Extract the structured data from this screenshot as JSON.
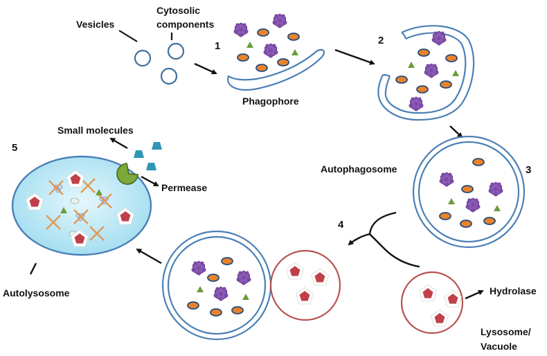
{
  "labels": {
    "vesicles": "Vesicles",
    "cytosolic_line1": "Cytosolic",
    "cytosolic_line2": "components",
    "phagophore": "Phagophore",
    "autophagosome": "Autophagosome",
    "small_molecules": "Small molecules",
    "permease": "Permease",
    "autolysosome": "Autolysosome",
    "hydrolase": "Hydrolase",
    "lysosome_line1": "Lysosome/",
    "lysosome_line2": "Vacuole"
  },
  "steps": [
    "1",
    "2",
    "3",
    "4",
    "5"
  ],
  "colors": {
    "membrane_blue": "#4a7fb5",
    "lysosome_red": "#b5524f",
    "purple": "#7b4aa0",
    "orange": "#e8832a",
    "green": "#6b9c3a",
    "hydrolase_red": "#c0404a",
    "cyan_fill": "#aee4f3",
    "permease_green": "#7da83a",
    "teal": "#2f96b5"
  },
  "icons": {
    "protein_cluster": "purple-protein-cluster-icon",
    "organelle": "orange-organelle-icon",
    "small_particle": "green-triangle-icon",
    "hydrolase": "red-pentagon-icon",
    "permease": "green-pacman-icon",
    "small_molecule": "teal-trapezoid-icon"
  }
}
